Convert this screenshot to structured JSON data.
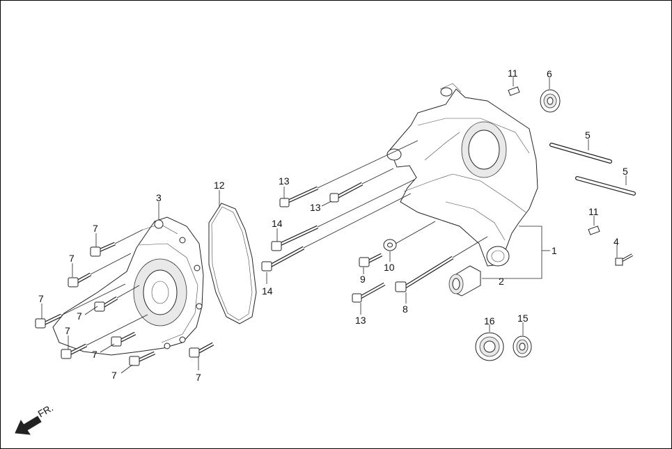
{
  "diagram": {
    "callouts": [
      {
        "id": "c1",
        "text": "1"
      },
      {
        "id": "c2",
        "text": "2"
      },
      {
        "id": "c3",
        "text": "3"
      },
      {
        "id": "c4",
        "text": "4"
      },
      {
        "id": "c5a",
        "text": "5"
      },
      {
        "id": "c5b",
        "text": "5"
      },
      {
        "id": "c6",
        "text": "6"
      },
      {
        "id": "c7a",
        "text": "7"
      },
      {
        "id": "c7b",
        "text": "7"
      },
      {
        "id": "c7c",
        "text": "7"
      },
      {
        "id": "c7d",
        "text": "7"
      },
      {
        "id": "c7e",
        "text": "7"
      },
      {
        "id": "c7f",
        "text": "7"
      },
      {
        "id": "c7g",
        "text": "7"
      },
      {
        "id": "c7h",
        "text": "7"
      },
      {
        "id": "c8",
        "text": "8"
      },
      {
        "id": "c9",
        "text": "9"
      },
      {
        "id": "c10",
        "text": "10"
      },
      {
        "id": "c11a",
        "text": "11"
      },
      {
        "id": "c11b",
        "text": "11"
      },
      {
        "id": "c12",
        "text": "12"
      },
      {
        "id": "c13a",
        "text": "13"
      },
      {
        "id": "c13b",
        "text": "13"
      },
      {
        "id": "c13c",
        "text": "13"
      },
      {
        "id": "c14a",
        "text": "14"
      },
      {
        "id": "c14b",
        "text": "14"
      },
      {
        "id": "c15",
        "text": "15"
      },
      {
        "id": "c16",
        "text": "16"
      }
    ],
    "front_marker": "FR."
  }
}
